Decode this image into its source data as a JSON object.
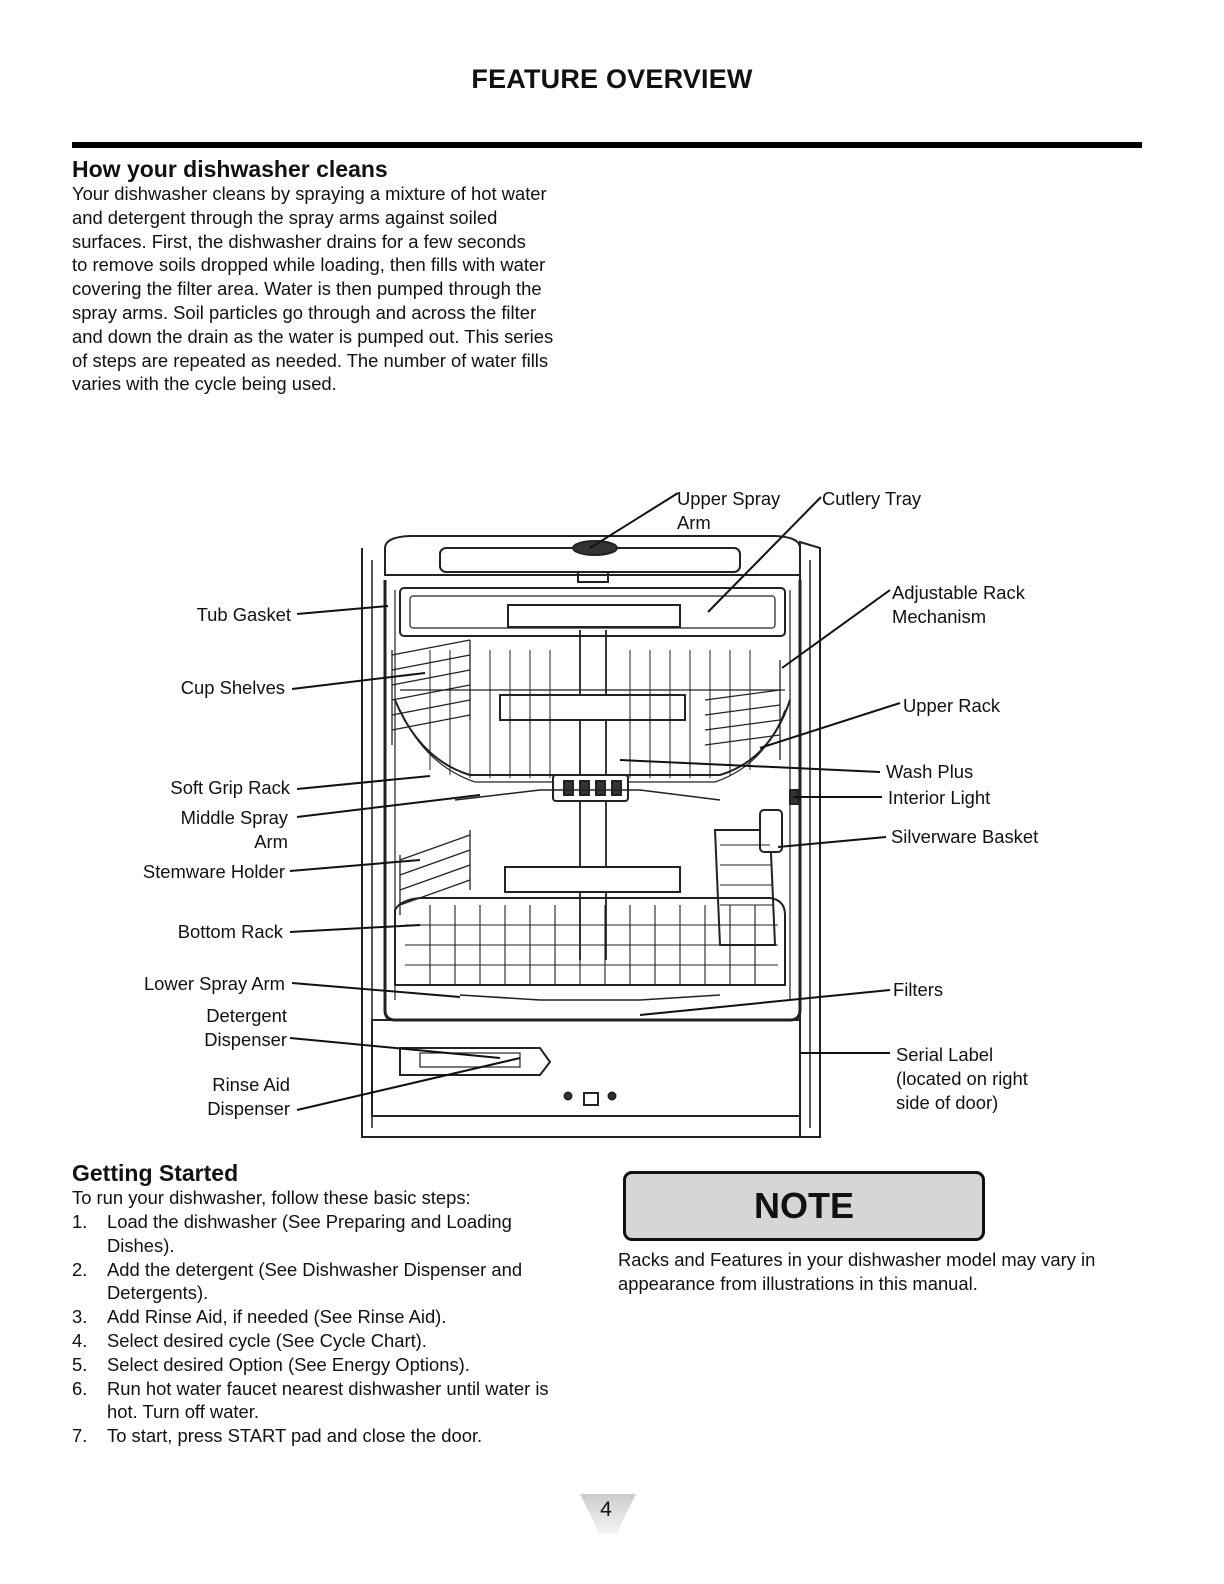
{
  "header": {
    "title": "FEATURE OVERVIEW"
  },
  "intro": {
    "heading": "How your dishwasher cleans",
    "lines": [
      "Your dishwasher cleans by spraying a mixture of hot water",
      "and detergent through the spray arms against soiled",
      "surfaces. First, the dishwasher drains for a few seconds",
      "to remove soils dropped while loading, then fills with water",
      "covering the filter area. Water is then pumped through the",
      "spray arms. Soil particles go through and across the filter",
      "and down the drain as the water is pumped out. This series",
      "of steps are repeated as needed. The number of water fills",
      "varies with the cycle being used."
    ]
  },
  "diagram": {
    "labels": {
      "upper_spray_arm": [
        "Upper Spray",
        "Arm"
      ],
      "cutlery_tray": "Cutlery Tray",
      "adjustable_rack_mechanism": [
        "Adjustable Rack",
        "Mechanism"
      ],
      "upper_rack": "Upper Rack",
      "wash_plus": "Wash Plus",
      "interior_light": "Interior Light",
      "silverware_basket": "Silverware Basket",
      "filters": "Filters",
      "serial_label": [
        "Serial Label",
        "(located on right",
        "side of door)"
      ],
      "tub_gasket": "Tub Gasket",
      "cup_shelves": "Cup Shelves",
      "soft_grip_rack": "Soft Grip Rack",
      "middle_spray_arm": [
        "Middle Spray",
        "Arm"
      ],
      "stemware_holder": "Stemware Holder",
      "bottom_rack": "Bottom Rack",
      "lower_spray_arm": "Lower Spray Arm",
      "detergent_dispenser": [
        "Detergent",
        "Dispenser"
      ],
      "rinse_aid_dispenser": [
        "Rinse Aid",
        "Dispenser"
      ]
    }
  },
  "getting_started": {
    "heading": "Getting Started",
    "intro": "To run your dishwasher, follow these basic steps:",
    "steps": [
      {
        "num": "1.",
        "lines": [
          "Load the dishwasher (See Preparing and Loading",
          "Dishes)."
        ]
      },
      {
        "num": "2.",
        "lines": [
          "Add the detergent (See Dishwasher Dispenser and",
          "Detergents)."
        ]
      },
      {
        "num": "3.",
        "lines": [
          "Add Rinse Aid, if needed (See Rinse Aid)."
        ]
      },
      {
        "num": "4.",
        "lines": [
          "Select desired cycle (See Cycle Chart)."
        ]
      },
      {
        "num": "5.",
        "lines": [
          "Select desired Option (See Energy Options)."
        ]
      },
      {
        "num": "6.",
        "lines": [
          "Run hot water faucet nearest dishwasher until water is",
          "hot. Turn off water."
        ]
      },
      {
        "num": "7.",
        "lines": [
          "To start, press START pad and close the door."
        ]
      }
    ]
  },
  "note": {
    "title": "NOTE",
    "lines": [
      "Racks and Features in your dishwasher model may vary in",
      "appearance from illustrations in this manual."
    ]
  },
  "footer": {
    "page_number": "4"
  }
}
